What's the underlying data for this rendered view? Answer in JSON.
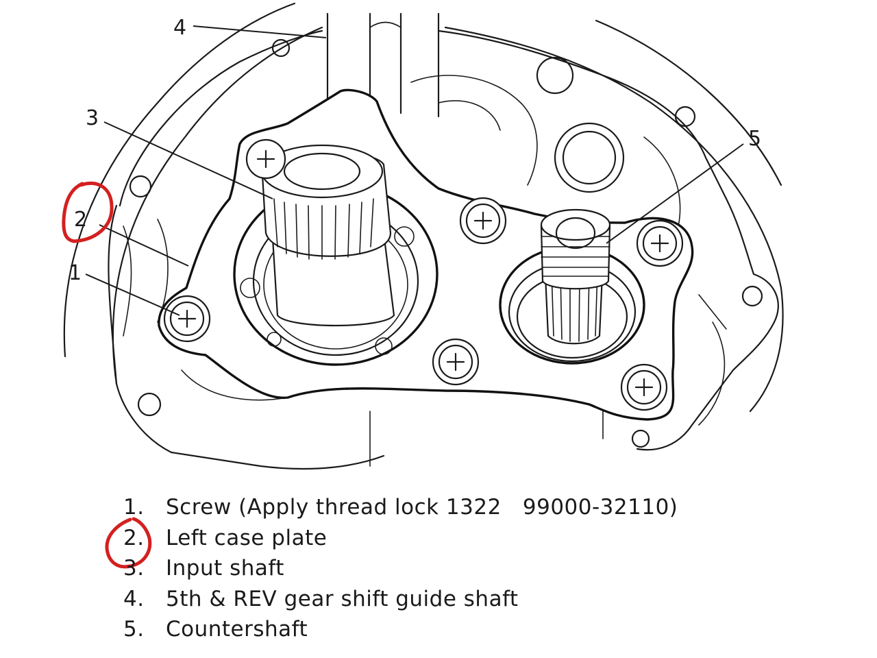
{
  "diagram": {
    "callouts": [
      {
        "id": "1",
        "label": "1"
      },
      {
        "id": "2",
        "label": "2"
      },
      {
        "id": "3",
        "label": "3"
      },
      {
        "id": "4",
        "label": "4"
      },
      {
        "id": "5",
        "label": "5"
      }
    ],
    "highlight_color": "#d42020",
    "line_color": "#1a1a1a"
  },
  "legend": [
    {
      "number": "1.",
      "text": "Screw (Apply thread lock 1322   99000-32110)"
    },
    {
      "number": "2.",
      "text": "Left case plate"
    },
    {
      "number": "3.",
      "text": "Input shaft"
    },
    {
      "number": "4.",
      "text": "5th & REV gear shift guide shaft"
    },
    {
      "number": "5.",
      "text": "Countershaft"
    }
  ]
}
